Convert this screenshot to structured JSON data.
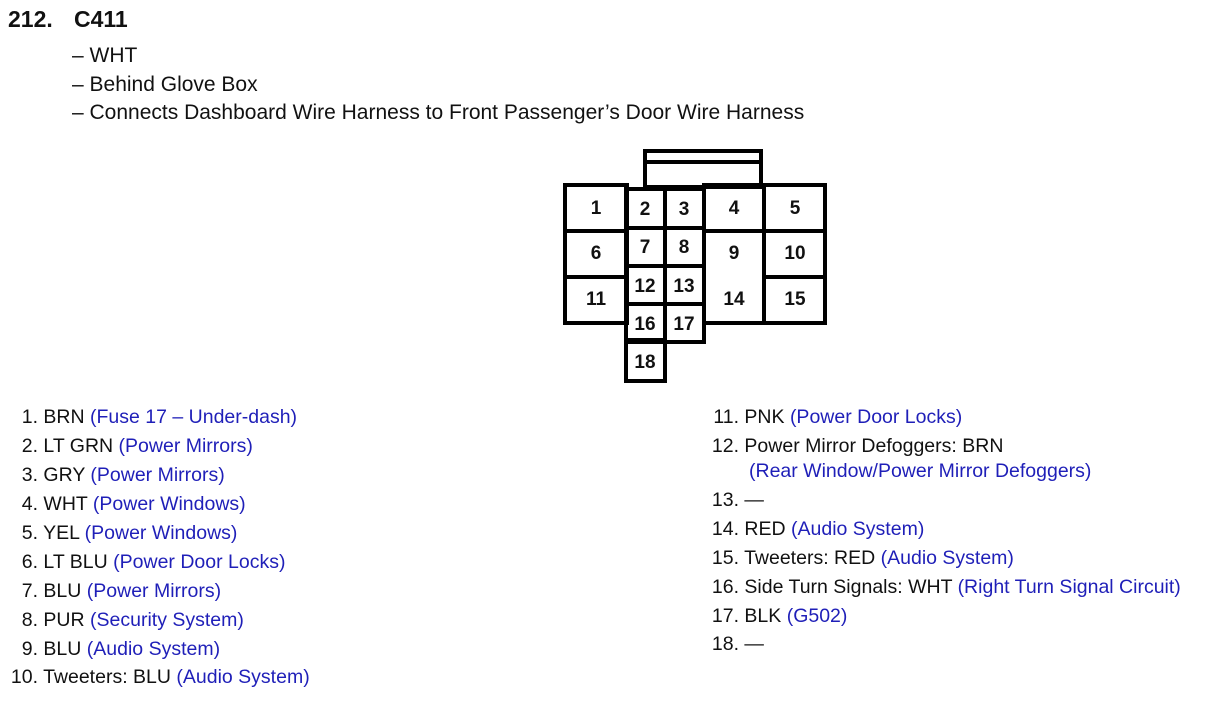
{
  "header": {
    "number": "212.",
    "connector_id": "C411"
  },
  "notes": [
    "– WHT",
    "– Behind Glove Box",
    "– Connects Dashboard Wire Harness to Front Passenger’s Door Wire Harness"
  ],
  "pins": [
    "1",
    "2",
    "3",
    "4",
    "5",
    "6",
    "7",
    "8",
    "9",
    "10",
    "11",
    "12",
    "13",
    "14",
    "15",
    "16",
    "17",
    "18"
  ],
  "colors": {
    "link": "#1f1fb8",
    "text": "#111111",
    "outline": "#000000"
  },
  "left_list": [
    {
      "n": "1.",
      "desc": "BRN ",
      "link": "(Fuse 17 – Under-dash)"
    },
    {
      "n": "2.",
      "desc": "LT GRN ",
      "link": "(Power Mirrors)"
    },
    {
      "n": "3.",
      "desc": "GRY ",
      "link": "(Power Mirrors)"
    },
    {
      "n": "4.",
      "desc": "WHT ",
      "link": "(Power Windows)"
    },
    {
      "n": "5.",
      "desc": "YEL ",
      "link": "(Power Windows)"
    },
    {
      "n": "6.",
      "desc": "LT BLU ",
      "link": "(Power Door Locks)"
    },
    {
      "n": "7.",
      "desc": "BLU ",
      "link": "(Power Mirrors)"
    },
    {
      "n": "8.",
      "desc": "PUR ",
      "link": "(Security System)"
    },
    {
      "n": "9.",
      "desc": "BLU ",
      "link": "(Audio System)"
    },
    {
      "n": "10.",
      "desc": "Tweeters: BLU ",
      "link": "(Audio System)"
    }
  ],
  "right_list": [
    {
      "n": "11.",
      "desc": "PNK ",
      "link": "(Power Door Locks)"
    },
    {
      "n": "12.",
      "desc": "Power Mirror Defoggers: BRN",
      "link": "(Rear Window/Power Mirror Defoggers)"
    },
    {
      "n": "13.",
      "desc": "—",
      "link": ""
    },
    {
      "n": "14.",
      "desc": "RED ",
      "link": "(Audio System)"
    },
    {
      "n": "15.",
      "desc": "Tweeters: RED ",
      "link": "(Audio System)"
    },
    {
      "n": "16.",
      "desc": "Side Turn Signals: WHT ",
      "link": "(Right Turn Signal Circuit)"
    },
    {
      "n": "17.",
      "desc": "BLK ",
      "link": "(G502)"
    },
    {
      "n": "18.",
      "desc": "—",
      "link": ""
    }
  ]
}
